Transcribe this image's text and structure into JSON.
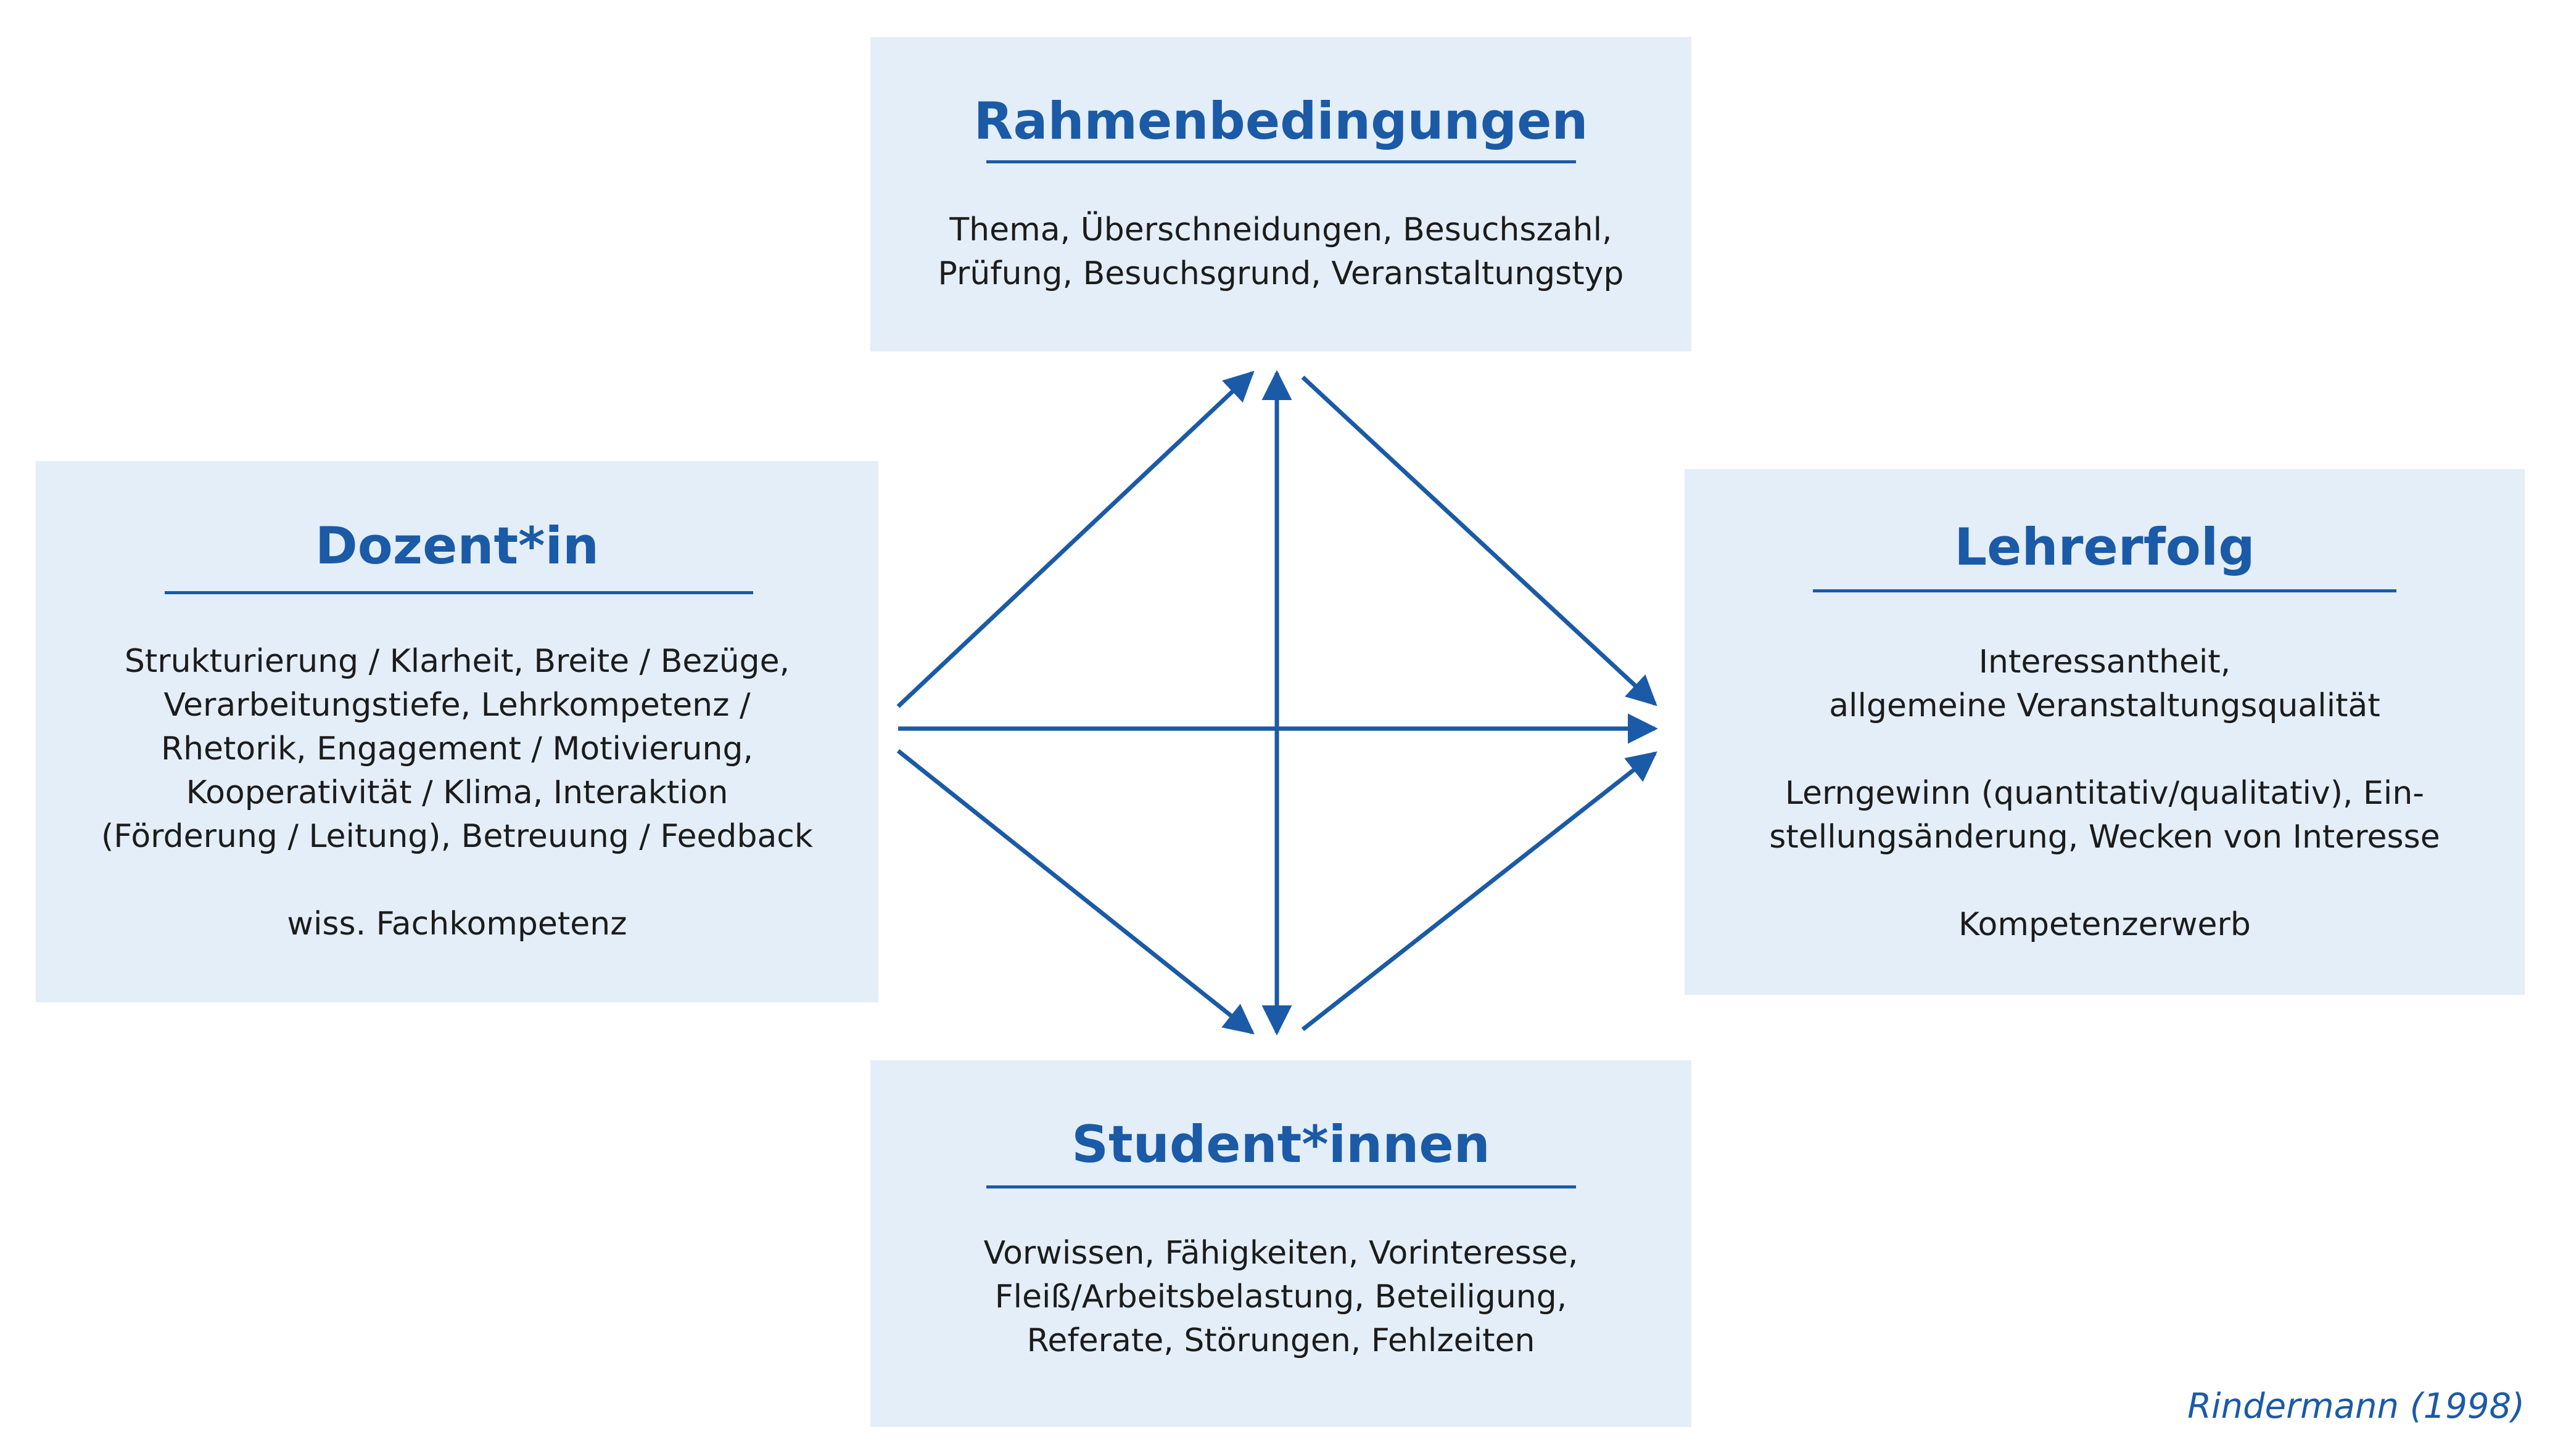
{
  "boxes": {
    "top": {
      "title": "Rahmenbedingungen",
      "lines": [
        "Thema, Überschneidungen, Besuchszahl,",
        "Prüfung, Besuchsgrund, Veranstaltungstyp"
      ]
    },
    "left": {
      "title": "Dozent*in",
      "lines": [
        "Strukturierung / Klarheit, Breite / Bezüge,",
        "Verarbeitungstiefe, Lehrkompetenz /",
        "Rhetorik, Engagement / Motivierung,",
        "Kooperativität / Klima, Interaktion",
        "(Förderung / Leitung), Betreuung / Feedback"
      ],
      "extra": "wiss. Fachkompetenz"
    },
    "right": {
      "title": "Lehrerfolg",
      "group1": [
        "Interessantheit,",
        "allgemeine Veranstaltungsqualität"
      ],
      "group2": [
        "Lerngewinn (quantitativ/qualitativ), Ein-",
        "stellungsänderung, Wecken von Interesse"
      ],
      "group3": "Kompetenzerwerb"
    },
    "bottom": {
      "title": "Student*innen",
      "lines": [
        "Vorwissen, Fähigkeiten, Vorinteresse,",
        "Fleiß/Arbeitsbelastung, Beteiligung,",
        "Referate, Störungen, Fehlzeiten"
      ]
    }
  },
  "citation": "Rindermann (1998)",
  "colors": {
    "accent": "#1b5aa6",
    "box_fill": "#e3eef8",
    "text": "#1c1c1c"
  }
}
